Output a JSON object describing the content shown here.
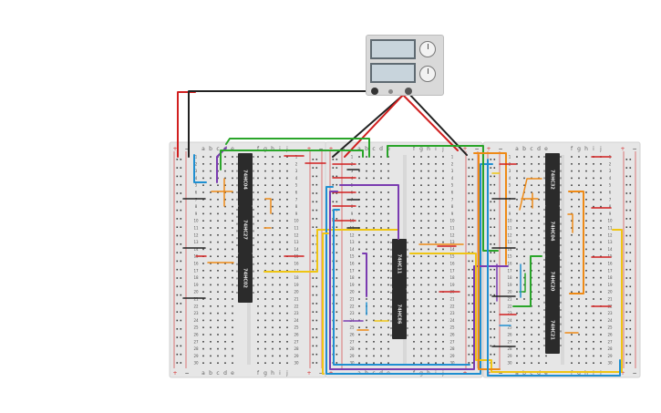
{
  "power_supply": {
    "knobs": [
      "knob",
      "knob"
    ],
    "terminals": [
      "negative",
      "positive"
    ]
  },
  "breadboards": [
    {
      "name": "breadboard-1",
      "col_letters_top": [
        "a",
        "b",
        "c",
        "d",
        "e",
        "f",
        "g",
        "h",
        "i",
        "j"
      ],
      "col_letters_bottom": [
        "a",
        "b",
        "c",
        "d",
        "e",
        "f",
        "g",
        "h",
        "i",
        "j"
      ],
      "rail_signs": [
        "+",
        "−",
        "+",
        "−"
      ],
      "chips": [
        "74HC04",
        "74HC27",
        "74HC02"
      ]
    },
    {
      "name": "breadboard-2",
      "col_letters_top": [
        "a",
        "b",
        "c",
        "d",
        "e",
        "f",
        "g",
        "h",
        "i",
        "j"
      ],
      "col_letters_bottom": [
        "a",
        "b",
        "c",
        "d",
        "e",
        "f",
        "g",
        "h",
        "i",
        "j"
      ],
      "rail_signs": [
        "+",
        "−",
        "+",
        "−"
      ],
      "chips": [
        "74HC11",
        "74HC86"
      ]
    },
    {
      "name": "breadboard-3",
      "col_letters_top": [
        "a",
        "b",
        "c",
        "d",
        "e",
        "f",
        "g",
        "h",
        "i",
        "j"
      ],
      "col_letters_bottom": [
        "a",
        "b",
        "c",
        "d",
        "e",
        "f",
        "g",
        "h",
        "i",
        "j"
      ],
      "rail_signs": [
        "+",
        "−",
        "+",
        "−"
      ],
      "chips": [
        "74HC32",
        "74HC04",
        "74HC20",
        "74HC21"
      ]
    }
  ],
  "row_numbers": [
    "1",
    "2",
    "3",
    "4",
    "5",
    "6",
    "7",
    "8",
    "9",
    "10",
    "11",
    "12",
    "13",
    "14",
    "15",
    "16",
    "17",
    "18",
    "19",
    "20",
    "21",
    "22",
    "23",
    "24",
    "25",
    "26",
    "27",
    "28",
    "29",
    "30"
  ],
  "colors": {
    "board": "#e6e6e6",
    "board_edge": "#d2d2d2",
    "hole": "#3c3c3c",
    "chip": "#2b2b2b",
    "chip_text": "#e8e8e8",
    "rail_red": "#d42a2a",
    "rail_black": "#222222",
    "wire_red": "#d11f1f",
    "wire_black": "#222222",
    "wire_blue": "#1f8fd1",
    "wire_green": "#2aa52a",
    "wire_orange": "#ee8a16",
    "wire_yellow": "#efc514",
    "wire_purple": "#7a3bb0"
  }
}
